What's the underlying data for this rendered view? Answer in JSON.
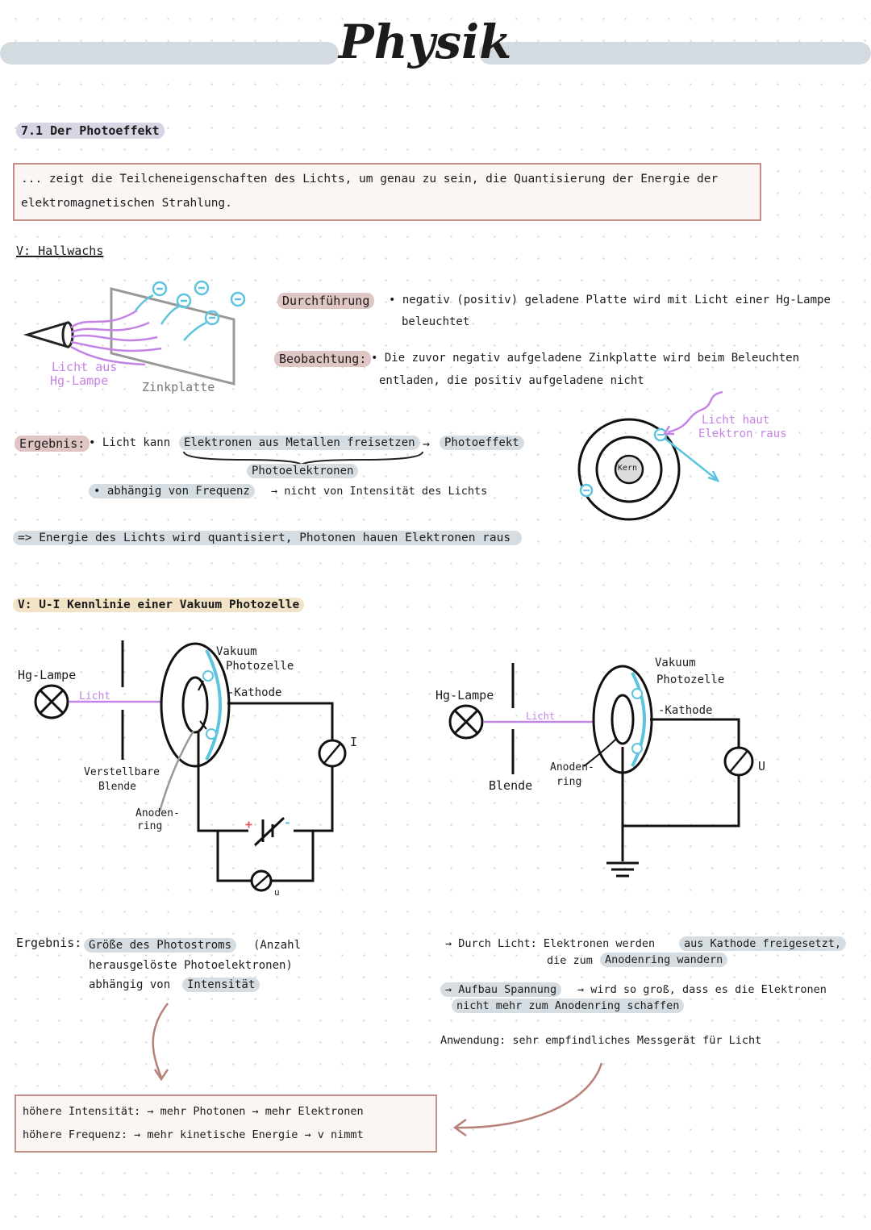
{
  "header": {
    "title": "Physik"
  },
  "section": {
    "title": "7.1 Der Photoeffekt"
  },
  "intro": {
    "line1": "... zeigt die Teilcheneigenschaften des Lichts, um genau zu sein, die Quantisierung der Energie der",
    "line2": "elektromagnetischen Strahlung."
  },
  "hallwachs": {
    "title": "V: Hallwachs",
    "lamp_label_1": "Licht aus",
    "lamp_label_2": "Hg-Lampe",
    "plate_label": "Zinkplatte",
    "durchfuehrung_label": "Durchführung",
    "durchfuehrung_line1": "• negativ (positiv) geladene Platte wird mit Licht einer Hg-Lampe",
    "durchfuehrung_line2": "beleuchtet",
    "beobachtung_label": "Beobachtung:",
    "beobachtung_line1": "• Die zuvor negativ aufgeladene Zinkplatte wird beim Beleuchten",
    "beobachtung_line2": "entladen, die positiv aufgeladene nicht"
  },
  "ergebnis1": {
    "label": "Ergebnis:",
    "bullet1_pre": "• Licht kann",
    "bullet1_hl": "Elektronen aus Metallen freisetzen",
    "bullet1_arrow": "→",
    "bullet1_post": "Photoeffekt",
    "brace_label": "Photoelektronen",
    "bullet2_hl": "• abhängig von Frequenz",
    "bullet2_post": "→ nicht von Intensität des Lichts",
    "conclusion": "=> Energie des Lichts wird quantisiert, Photonen hauen Elektronen raus"
  },
  "atom": {
    "nucleus_label": "Kern",
    "note_1": "Licht haut",
    "note_2": "Elektron raus"
  },
  "photozelle": {
    "title": "V: U-I Kennlinie einer Vakuum Photozelle",
    "left": {
      "lamp": "Hg-Lampe",
      "light": "Licht",
      "vacuum_1": "Vakuum",
      "vacuum_2": "Photozelle",
      "cathode": "-Kathode",
      "meter": "I",
      "blende_1": "Verstellbare",
      "blende_2": "Blende",
      "anode_1": "Anoden-",
      "anode_2": "ring",
      "plus": "+",
      "minus": "-",
      "volt": "u"
    },
    "right": {
      "lamp": "Hg-Lampe",
      "light": "Licht",
      "vacuum_1": "Vakuum",
      "vacuum_2": "Photozelle",
      "cathode": "-Kathode",
      "meter": "U",
      "blende": "Blende",
      "anode_1": "Anoden-",
      "anode_2": "ring"
    }
  },
  "ergebnis2": {
    "label": "Ergebnis:",
    "line1_hl": "Größe des Photostroms",
    "line1_post": "(Anzahl",
    "line2": "herausgelöste Photoelektronen)",
    "line3_pre": "abhängig von",
    "line3_hl": "Intensität"
  },
  "right_notes": {
    "durch_licht_pre": "→ Durch Licht: Elektronen werden",
    "durch_licht_hl": "aus Kathode freigesetzt,",
    "durch_licht_line2_pre": "die zum",
    "durch_licht_line2_hl": "Anodenring wandern",
    "aufbau_hl": "→ Aufbau Spannung",
    "aufbau_post": "→ wird so groß, dass es die Elektronen",
    "aufbau_line2_hl": "nicht mehr zum Anodenring schaffen",
    "anwendung": "Anwendung: sehr empfindliches Messgerät für Licht"
  },
  "summary_box": {
    "line1": "höhere Intensität: → mehr Photonen → mehr Elektronen",
    "line2": "höhere Frequenz: → mehr kinetische Energie → v nimmt"
  },
  "colors": {
    "accent_blue": "#5cc4de",
    "accent_purple": "#c583e6",
    "box_border": "#c48e88",
    "arrow": "#b88078"
  }
}
